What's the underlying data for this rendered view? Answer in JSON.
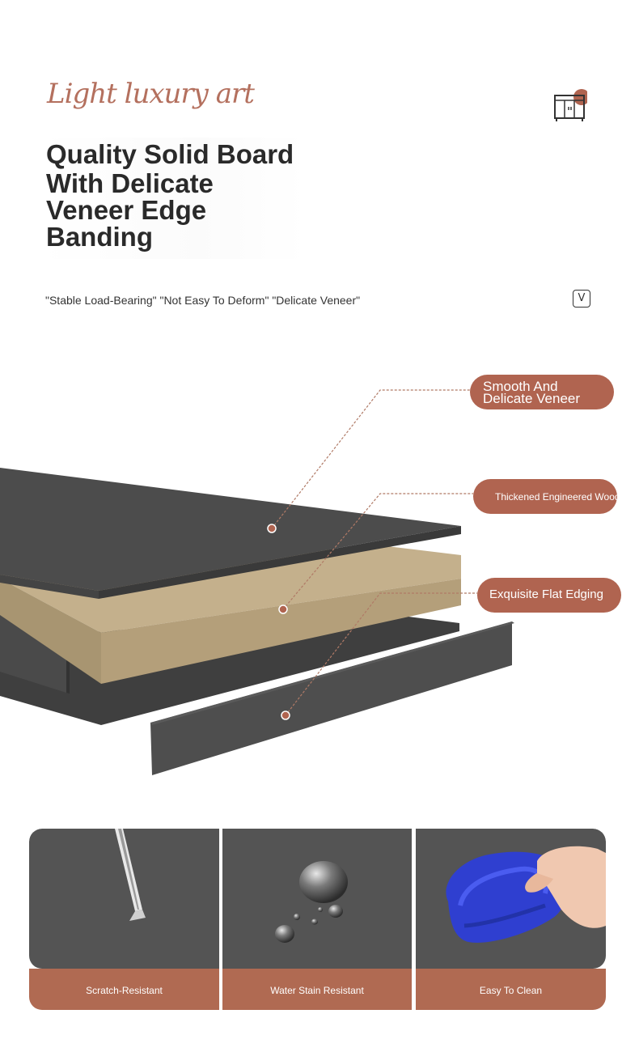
{
  "header": {
    "script_title": "Light luxury art",
    "title_lines": [
      "Quality Solid Board",
      "With Delicate",
      "Veneer Edge",
      "Banding"
    ],
    "subtitle": "\"Stable Load-Bearing\" \"Not Easy To Deform\" \"Delicate Veneer\"",
    "badge": "V"
  },
  "callouts": [
    {
      "line1": "Smooth And",
      "line2": "Delicate Veneer"
    },
    {
      "text": "Thickened Engineered Wood"
    },
    {
      "text": "Exquisite Flat Edging"
    }
  ],
  "features": [
    {
      "label": "Scratch-Resistant",
      "icon": "screwdriver-icon"
    },
    {
      "label": "Water Stain Resistant",
      "icon": "water-drops-icon"
    },
    {
      "label": "Easy To Clean",
      "icon": "cleaning-cloth-icon"
    }
  ],
  "colors": {
    "accent": "#b06450",
    "board": "#545454",
    "core": "#b09b78"
  }
}
